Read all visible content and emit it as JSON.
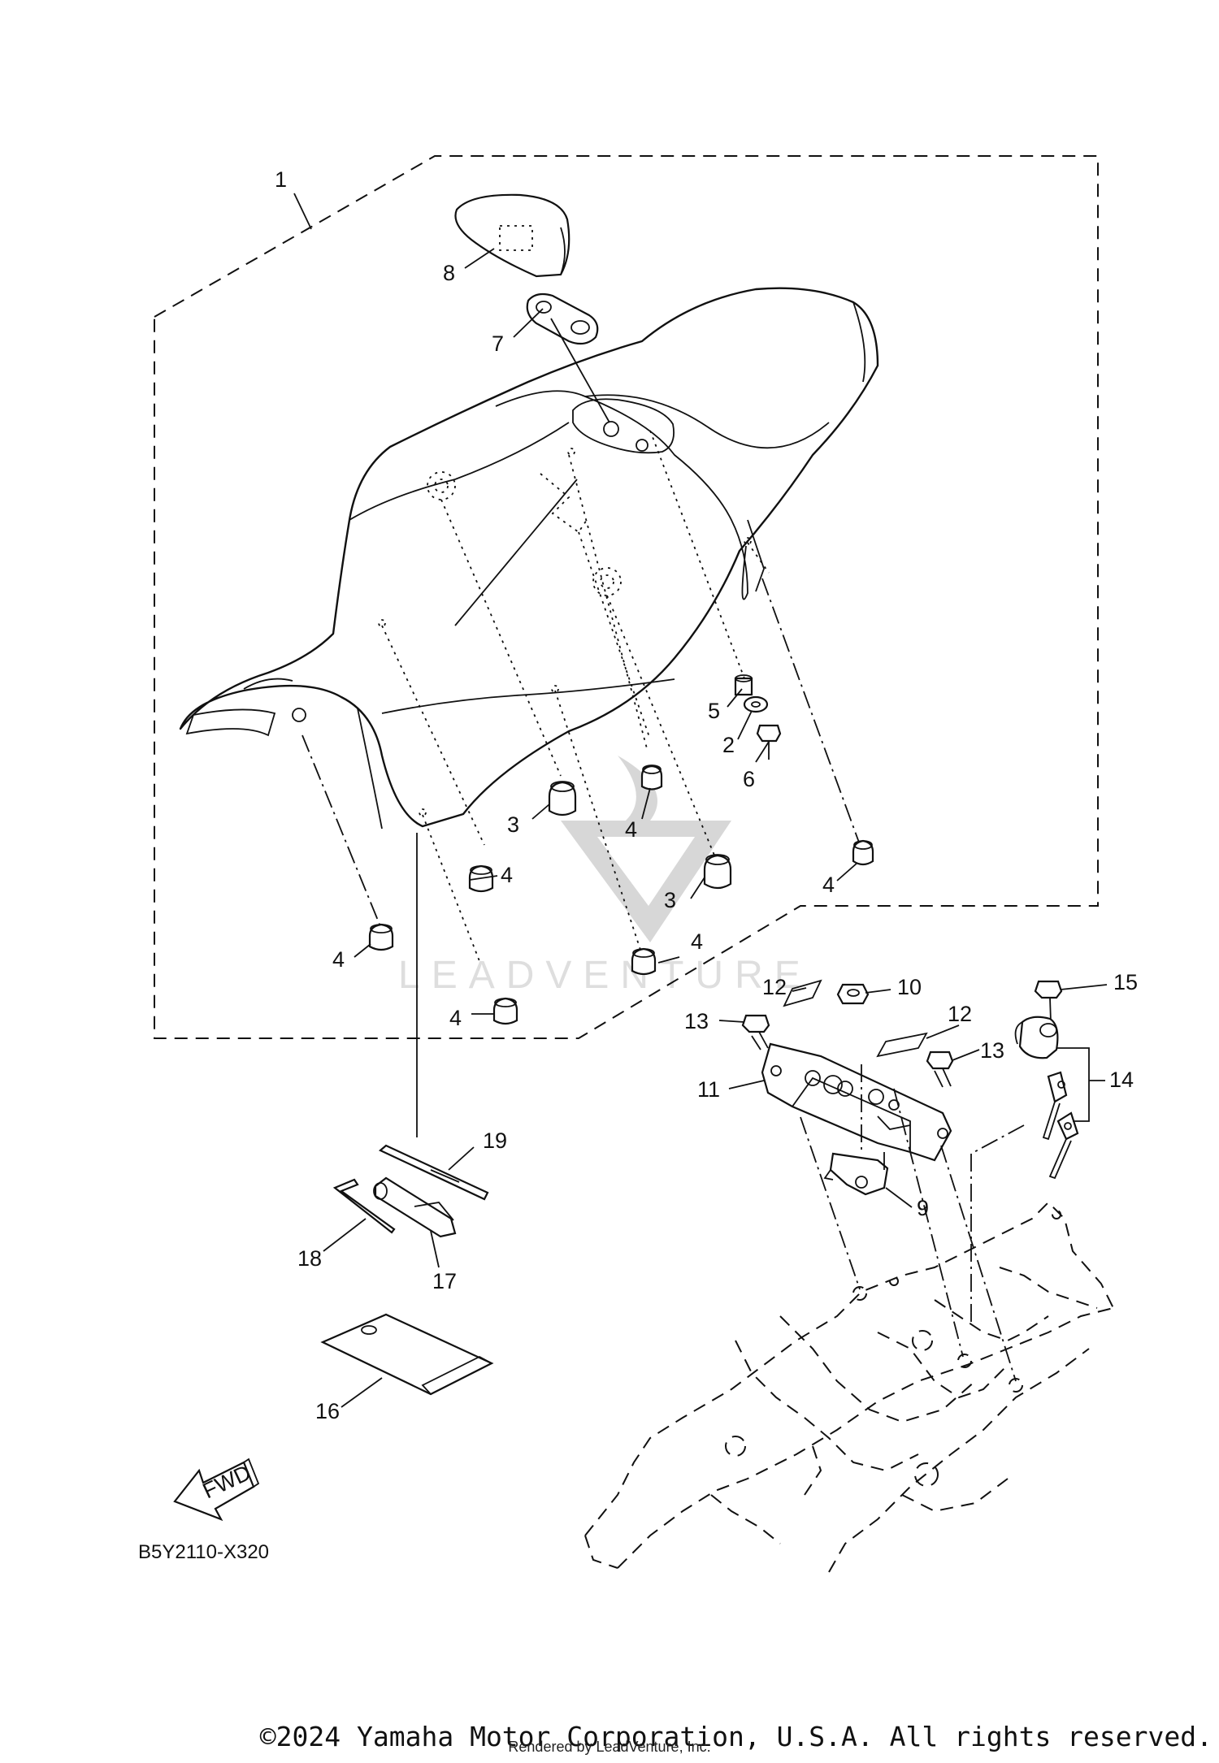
{
  "diagram": {
    "code": "B5Y2110-X320",
    "direction_label": "FWD",
    "callouts": [
      "1",
      "8",
      "7",
      "5",
      "2",
      "6",
      "3",
      "4",
      "3",
      "4",
      "4",
      "4",
      "4",
      "4",
      "4",
      "12",
      "10",
      "15",
      "13",
      "12",
      "13",
      "14",
      "11",
      "9",
      "19",
      "18",
      "17",
      "16"
    ]
  },
  "watermark": {
    "text": "LEADVENTURE"
  },
  "footer": {
    "copyright": "©2024 Yamaha Motor Corporation, U.S.A. All rights reserved.",
    "rendered_by": "Rendered by LeadVenture, Inc."
  }
}
